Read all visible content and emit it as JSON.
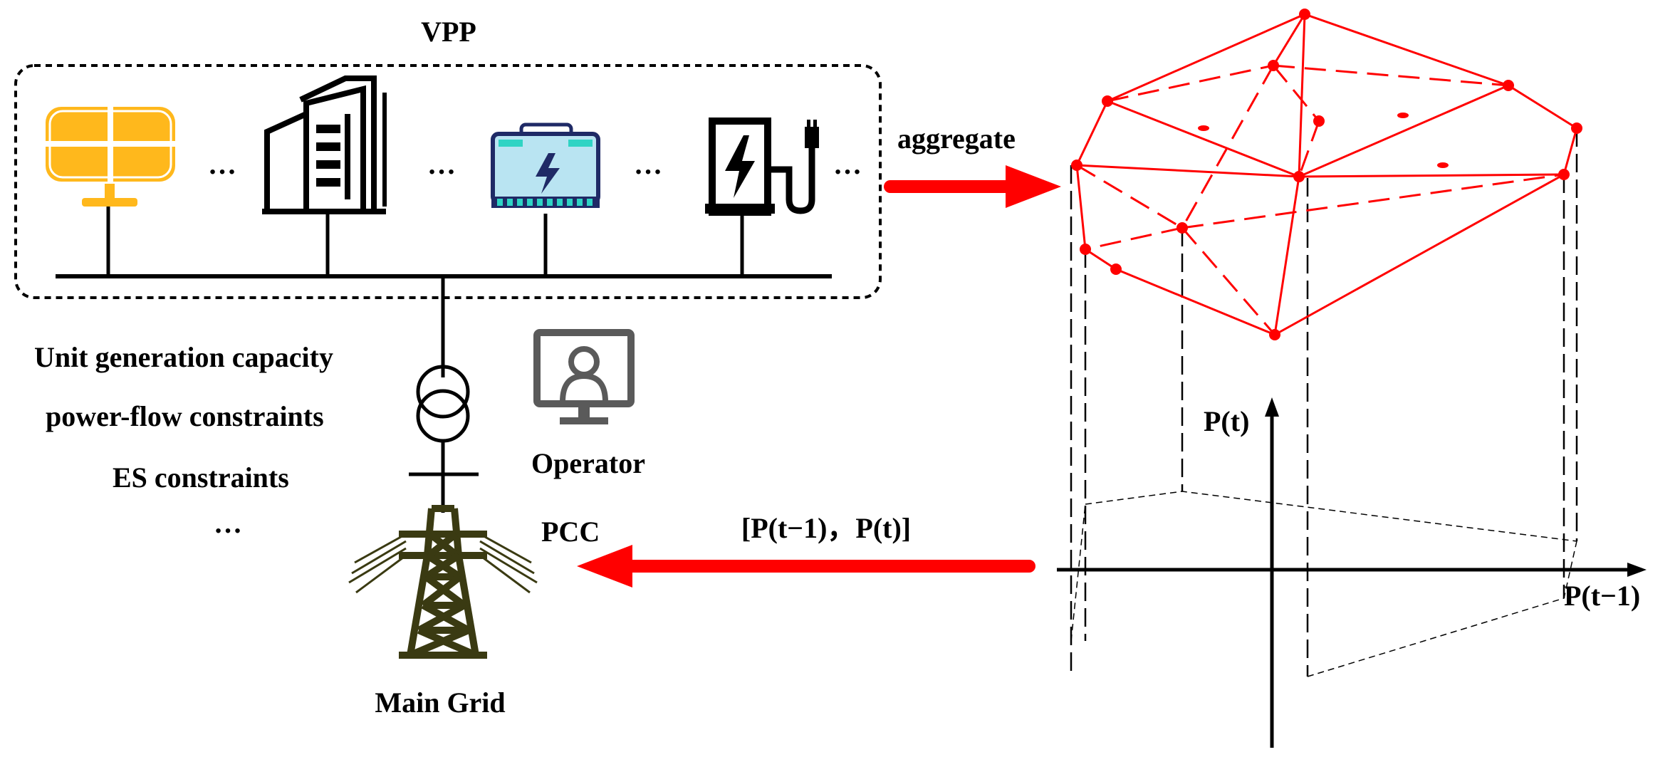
{
  "vpp": {
    "title": "VPP",
    "ellipsis": "…",
    "devices": [
      {
        "name": "solar-panel-icon"
      },
      {
        "name": "building-icon"
      },
      {
        "name": "battery-icon"
      },
      {
        "name": "ev-charger-icon"
      }
    ]
  },
  "arrows": {
    "aggregate_label": "aggregate",
    "exchange_label": "[P(t−1)，P(t)]"
  },
  "constraints": {
    "items": [
      "Unit generation capacity",
      "power-flow constraints",
      "ES constraints",
      "…"
    ]
  },
  "operator": {
    "label": "Operator"
  },
  "grid": {
    "pcc_label": "PCC",
    "label": "Main Grid"
  },
  "axes": {
    "y_label": "P(t)",
    "x_label": "P(t−1)"
  },
  "colors": {
    "accent": "#ff0000",
    "solar": "#ffb81c",
    "battery_body": "#b9e4f2",
    "battery_frame": "#1f2a66",
    "battery_cells": "#2fd4c4",
    "operator": "#5a5a5a",
    "tower": "#3a3a12"
  }
}
